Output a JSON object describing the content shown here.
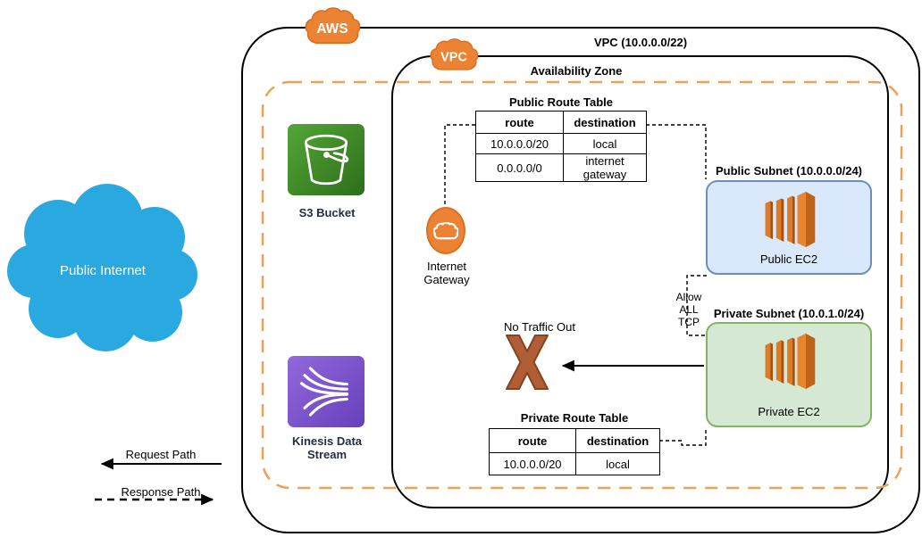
{
  "aws_cloud": {
    "badge": "AWS"
  },
  "vpc": {
    "badge": "VPC",
    "label": "VPC (10.0.0.0/22)"
  },
  "availability_zone": {
    "label": "Availability Zone"
  },
  "public_internet": {
    "label": "Public Internet"
  },
  "s3": {
    "label": "S3 Bucket"
  },
  "kinesis": {
    "label_line1": "Kinesis Data",
    "label_line2": "Stream"
  },
  "internet_gateway": {
    "label_line1": "Internet",
    "label_line2": "Gateway"
  },
  "public_route_table": {
    "title": "Public Route Table",
    "headers": [
      "route",
      "destination"
    ],
    "rows": [
      [
        "10.0.0.0/20",
        "local"
      ],
      [
        "0.0.0.0/0",
        "internet gateway"
      ]
    ]
  },
  "private_route_table": {
    "title": "Private Route Table",
    "headers": [
      "route",
      "destination"
    ],
    "rows": [
      [
        "10.0.0.0/20",
        "local"
      ]
    ]
  },
  "public_subnet": {
    "label": "Public Subnet (10.0.0.0/24)",
    "ec2_label": "Public EC2"
  },
  "private_subnet": {
    "label": "Private Subnet (10.0.1.0/24)",
    "ec2_label": "Private EC2"
  },
  "security_rule": {
    "line1": "Allow",
    "line2": "ALL",
    "line3": "TCP"
  },
  "no_traffic": {
    "label": "No Traffic Out"
  },
  "legend": {
    "request_label": "Request Path",
    "response_label": "Response Path"
  },
  "colors": {
    "aws_orange": "#EC8233",
    "az_dash_orange": "#EFA057",
    "internet_blue": "#29A9E0",
    "s3_green": "#3F8624",
    "kinesis_purple": "#7D55C7",
    "ec2_orange": "#E8852E",
    "public_subnet_fill": "#DAE8FC",
    "public_subnet_border": "#6C8EBF",
    "private_subnet_fill": "#D5E8D4",
    "private_subnet_border": "#82B366",
    "blocked_x_brown": "#B05E36"
  }
}
